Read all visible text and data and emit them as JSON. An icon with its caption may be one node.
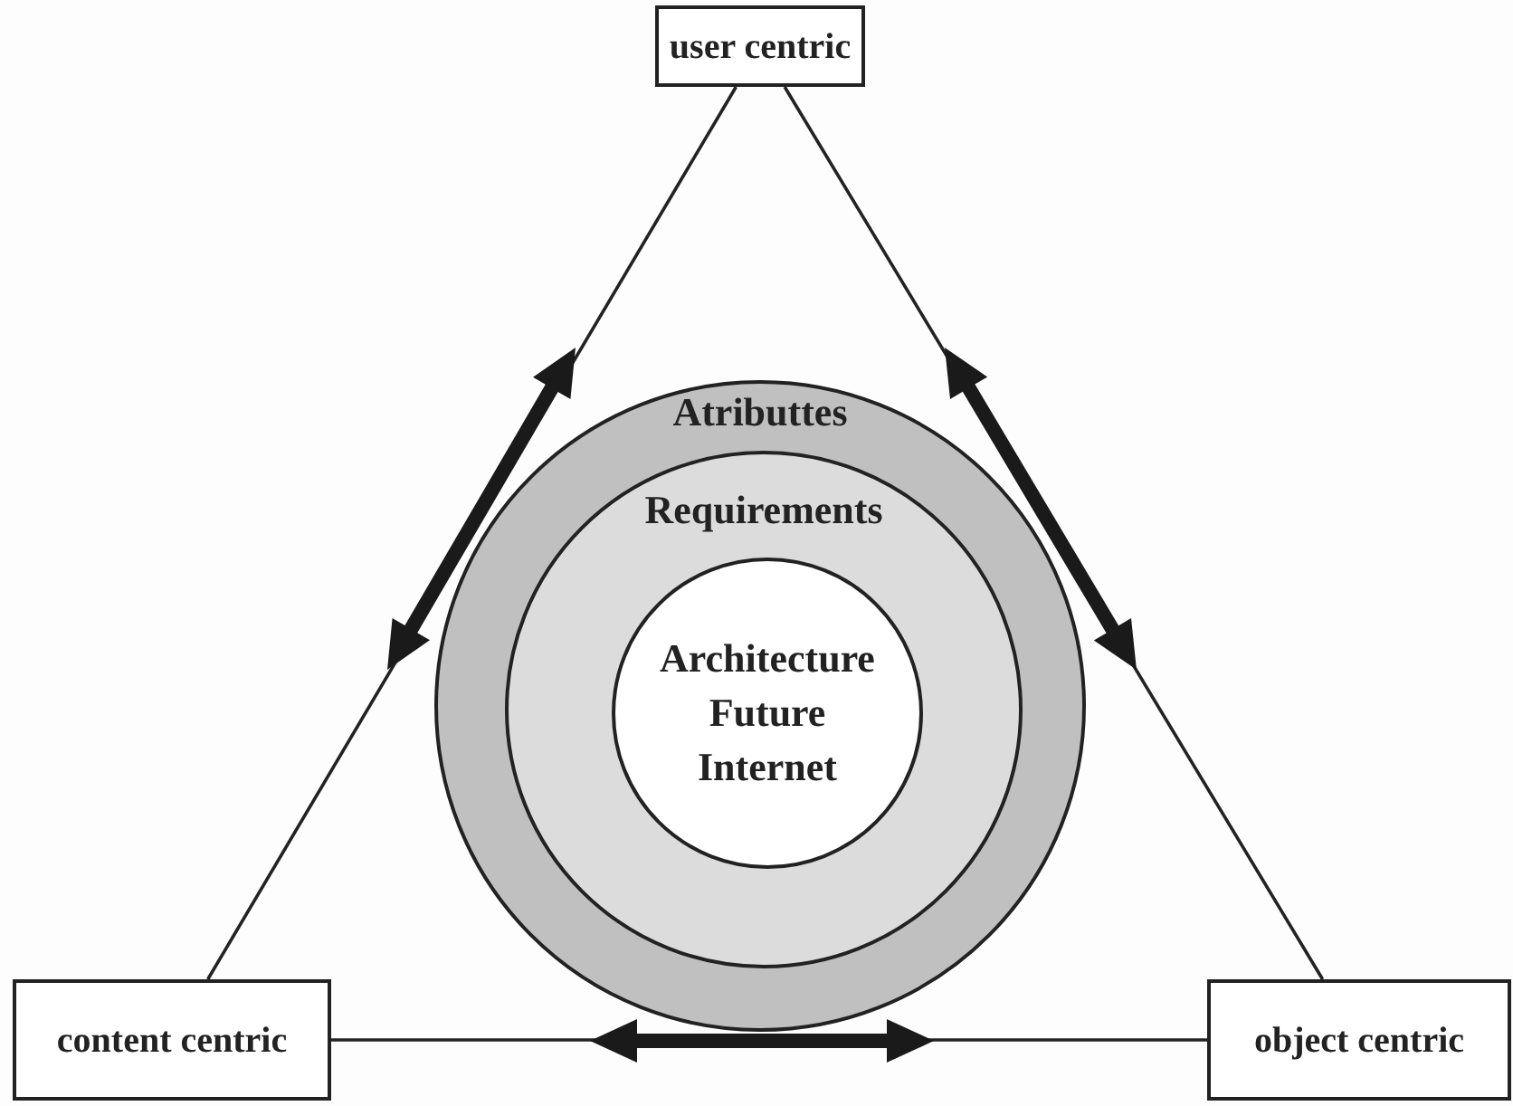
{
  "diagram": {
    "nodes": [
      {
        "text": [
          "user centric"
        ]
      },
      {
        "text": [
          "Atributtes"
        ]
      },
      {
        "text": [
          "Requirements"
        ],
        "in": 1
      },
      {
        "text": [
          "Architecture Future Internet"
        ],
        "in": 2
      },
      {
        "text": [
          "content centric"
        ]
      },
      {
        "text": [
          "object centric"
        ]
      }
    ],
    "edges": [
      {
        "from": 0,
        "to": 4,
        "arrow": "none"
      },
      {
        "from": 0,
        "to": 5,
        "arrow": "none"
      },
      {
        "from": 4,
        "to": 5,
        "arrow": "none"
      }
    ]
  }
}
